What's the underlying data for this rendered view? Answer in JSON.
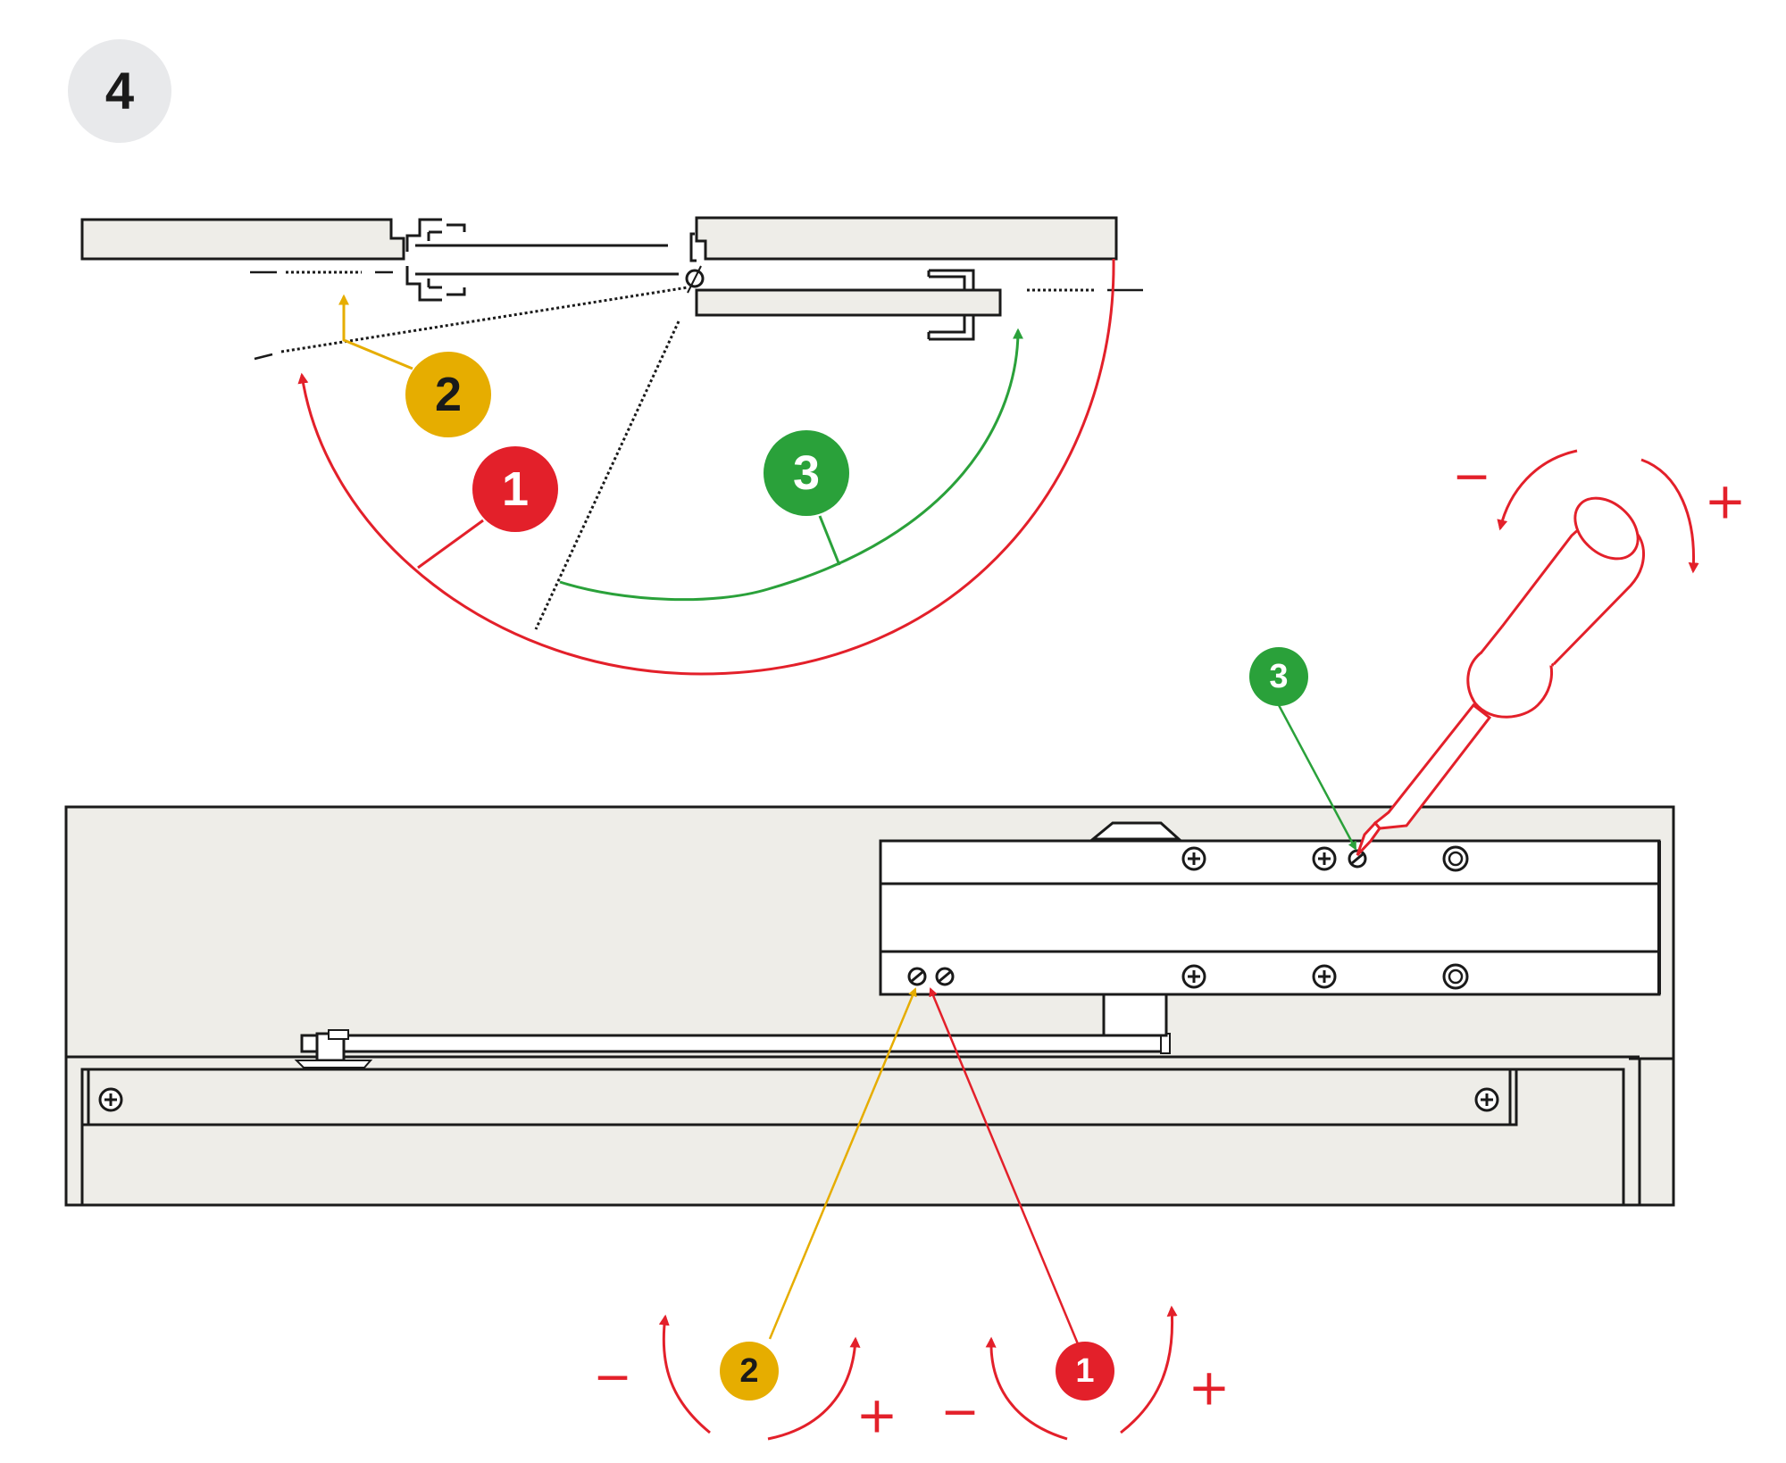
{
  "step": {
    "number": "4"
  },
  "colors": {
    "red": "#e3202a",
    "yellow": "#e6ad00",
    "green": "#2aa13a",
    "panel": "#eeede8",
    "line": "#1a1a1a",
    "step_badge": "#e8e9eb"
  },
  "top_diagram": {
    "callout_1": "1",
    "callout_2": "2",
    "callout_3": "3"
  },
  "closer_view": {
    "callout_3": "3",
    "screw_icons": [
      "phillips-screw-icon",
      "slotted-screw-icon",
      "valve-ring-icon"
    ],
    "tool_icon": "screwdriver-icon"
  },
  "adjust_controls": {
    "valve_2": {
      "label": "2",
      "minus": "−",
      "plus": "+"
    },
    "valve_1": {
      "label": "1",
      "minus": "−",
      "plus": "+"
    },
    "valve_3": {
      "minus": "−",
      "plus": "+"
    }
  }
}
